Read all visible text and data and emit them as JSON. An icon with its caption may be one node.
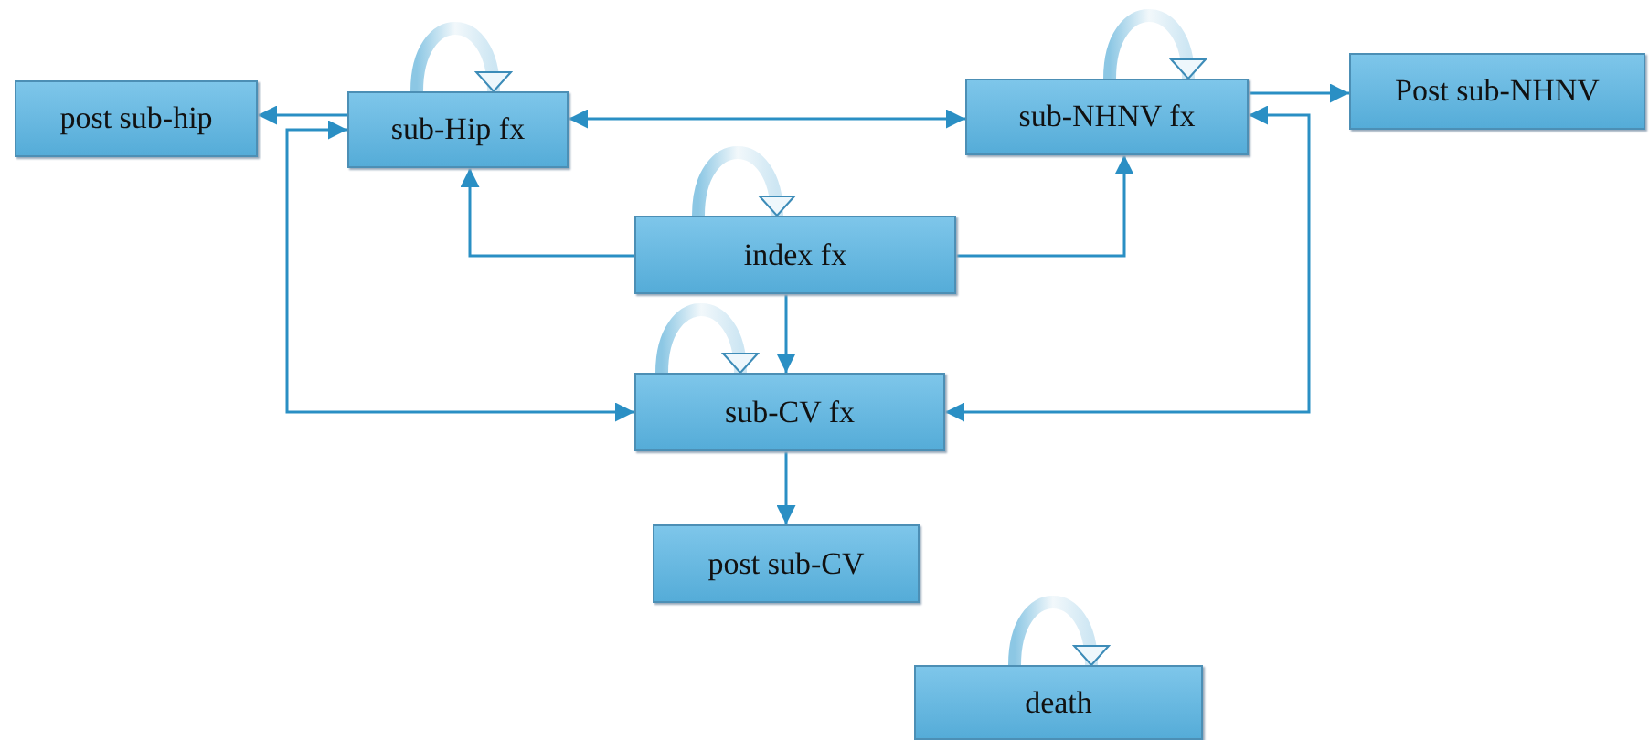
{
  "diagram": {
    "nodes": [
      {
        "text": [
          "post sub-hip"
        ]
      },
      {
        "text": [
          "sub-Hip fx"
        ]
      },
      {
        "text": [
          "sub-NHNV fx"
        ]
      },
      {
        "text": [
          "Post sub-NHNV"
        ]
      },
      {
        "text": [
          "index fx"
        ]
      },
      {
        "text": [
          "sub-CV fx"
        ]
      },
      {
        "text": [
          "post sub-CV"
        ]
      },
      {
        "text": [
          "death"
        ]
      }
    ],
    "edges": [
      {
        "from": 1,
        "to": 0,
        "arrow": "to"
      },
      {
        "from": 1,
        "to": 2,
        "arrow": "both"
      },
      {
        "from": 2,
        "to": 3,
        "arrow": "to"
      },
      {
        "from": 4,
        "to": 1,
        "arrow": "to"
      },
      {
        "from": 4,
        "to": 2,
        "arrow": "to"
      },
      {
        "from": 4,
        "to": 5,
        "arrow": "to"
      },
      {
        "from": 1,
        "to": 5,
        "arrow": "both"
      },
      {
        "from": 2,
        "to": 5,
        "arrow": "both"
      },
      {
        "from": 5,
        "to": 6,
        "arrow": "to"
      },
      {
        "from": 1,
        "to": 1,
        "arrow": "to",
        "style": "thick"
      },
      {
        "from": 2,
        "to": 2,
        "arrow": "to",
        "style": "thick"
      },
      {
        "from": 4,
        "to": 4,
        "arrow": "to",
        "style": "thick"
      },
      {
        "from": 5,
        "to": 5,
        "arrow": "to",
        "style": "thick"
      },
      {
        "from": 7,
        "to": 7,
        "arrow": "to",
        "style": "thick"
      }
    ]
  }
}
